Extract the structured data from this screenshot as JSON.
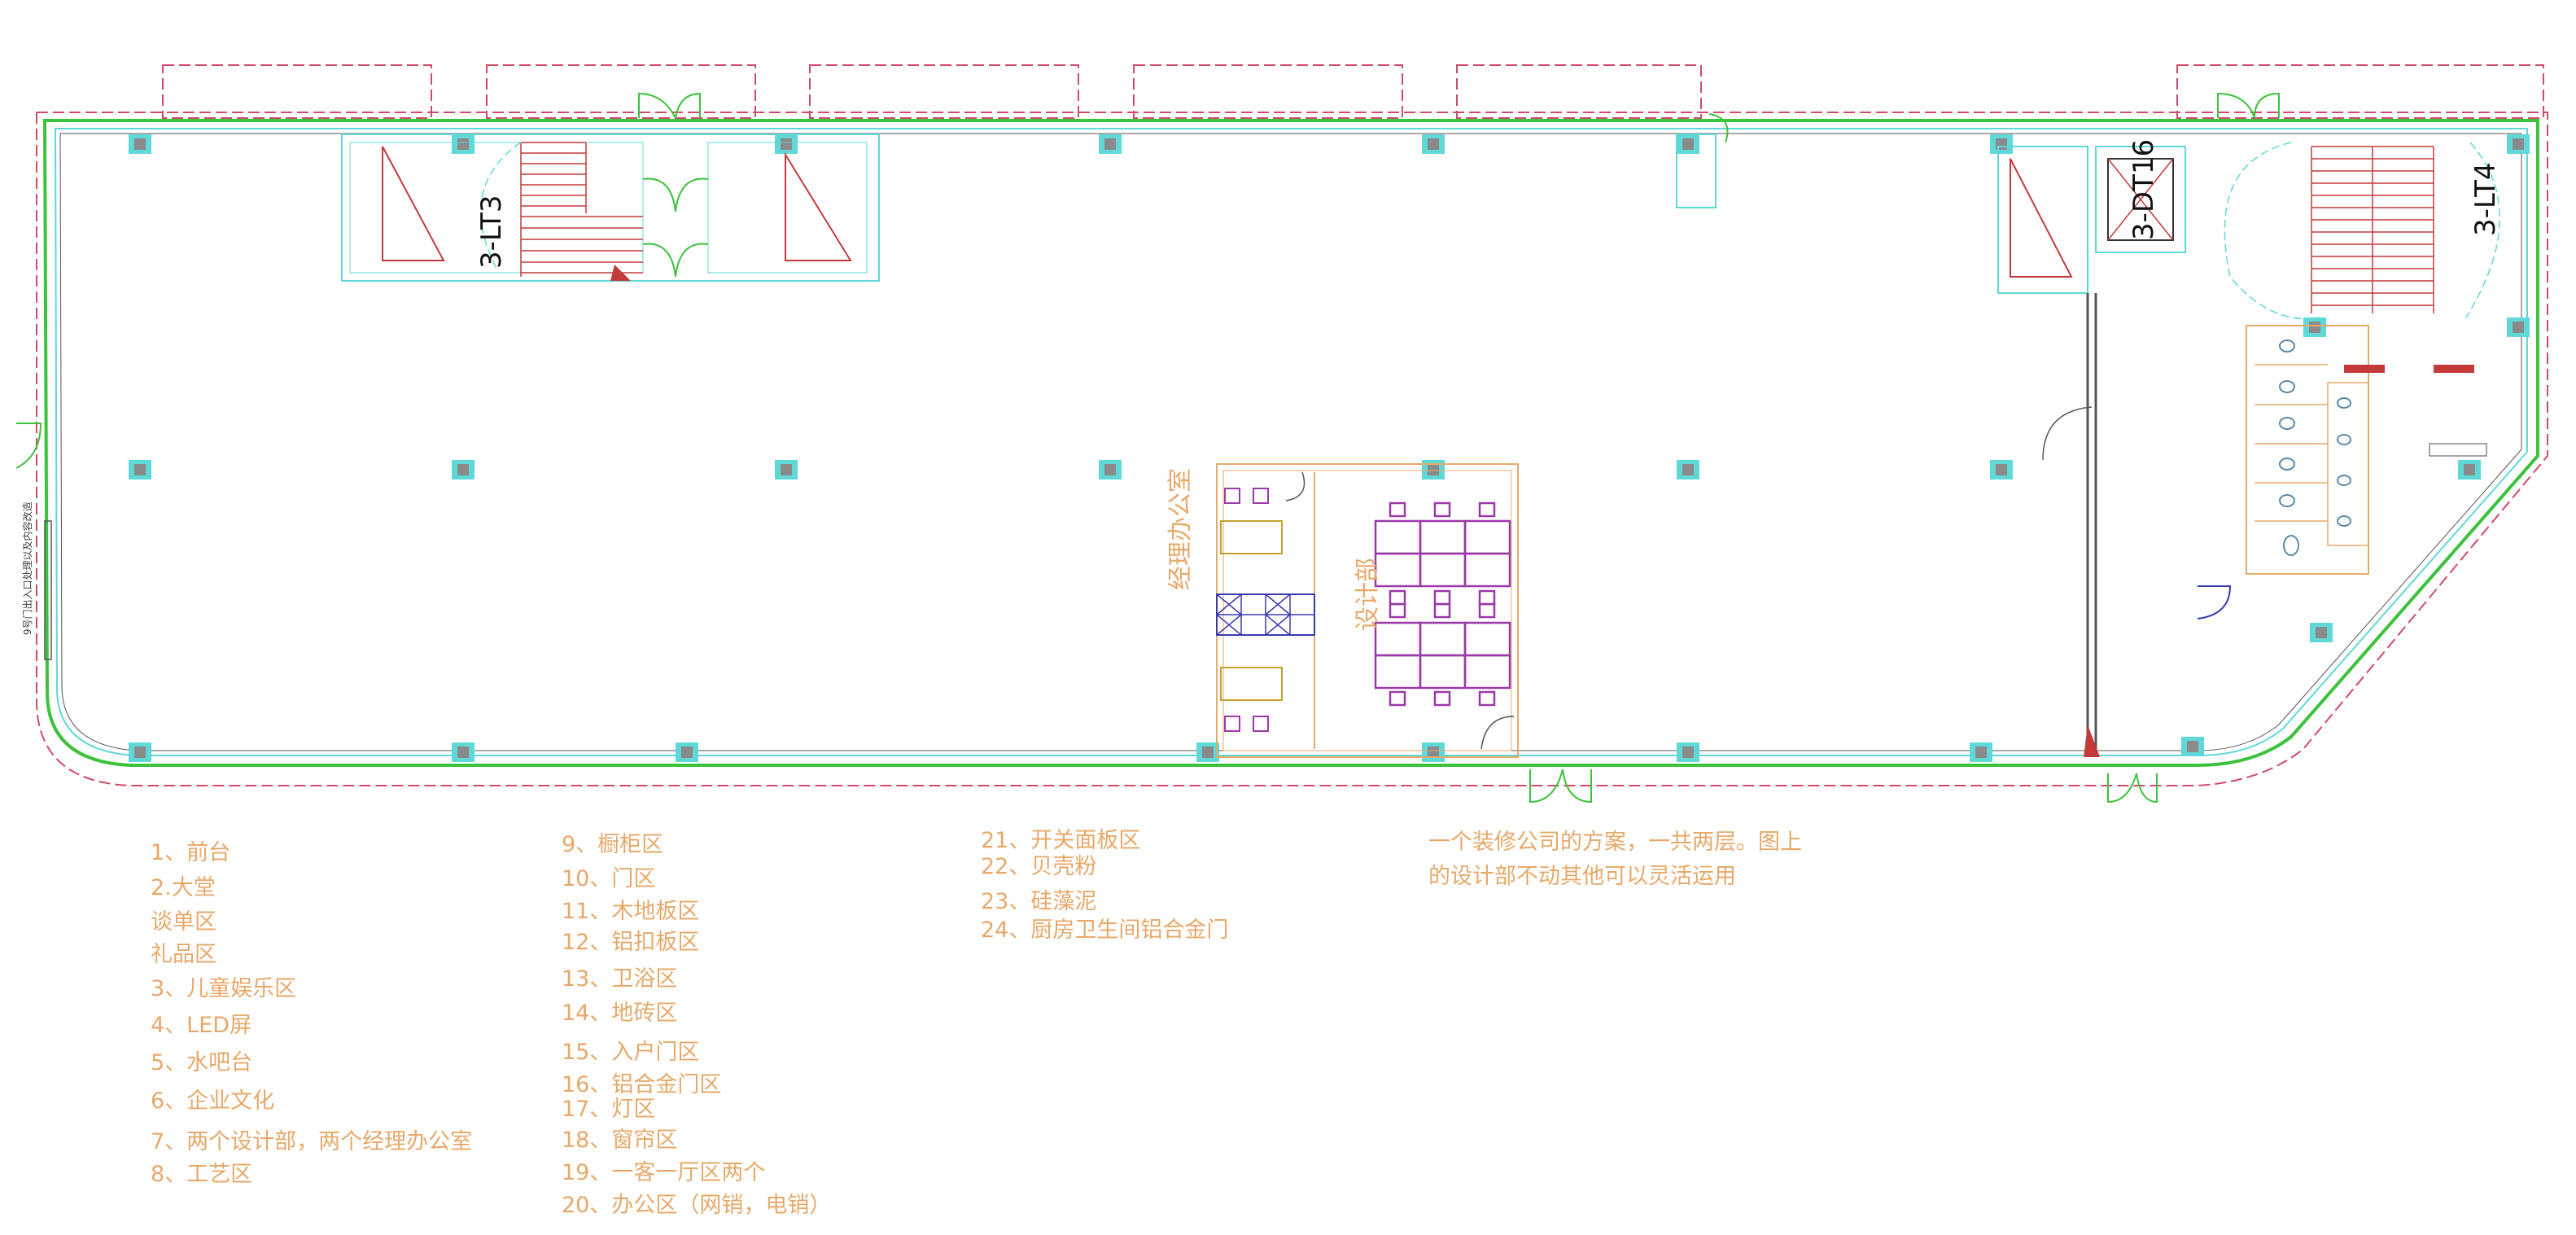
{
  "plan": {
    "stair_left": "3-LT3",
    "elevator": "3-DT16",
    "stair_right": "3-LT4",
    "room_office": "经理办公室",
    "room_design": "设计部",
    "side_note": "9号门出入口处理以及内容改造"
  },
  "legend": {
    "col1": [
      "1、前台",
      "2.大堂",
      "谈单区",
      "礼品区",
      "3、儿童娱乐区",
      "4、LED屏",
      "5、水吧台",
      "6、企业文化",
      "7、两个设计部，两个经理办公室",
      "8、工艺区"
    ],
    "col2": [
      "9、橱柜区",
      "10、门区",
      "11、木地板区",
      "12、铝扣板区",
      "13、卫浴区",
      "14、地砖区",
      "15、入户门区",
      "16、铝合金门区",
      "17、灯区",
      "18、窗帘区",
      "19、一客一厅区两个",
      "20、办公区（网销，电销）"
    ],
    "col3": [
      "21、开关面板区",
      "22、贝壳粉",
      "23、硅藻泥",
      "24、厨房卫生间铝合金门"
    ]
  },
  "note": {
    "line1": "一个装修公司的方案，一共两层。图上",
    "line2": "的设计部不动其他可以灵活运用"
  },
  "colors": {
    "wall_green": "#3cc23c",
    "cyan": "#5fd8d8",
    "red": "#c43a3a",
    "pink_dash": "#d04a6a",
    "legend_text": "#e7a96a",
    "purple": "#9a3aa8",
    "blue": "#3a3ab0"
  }
}
